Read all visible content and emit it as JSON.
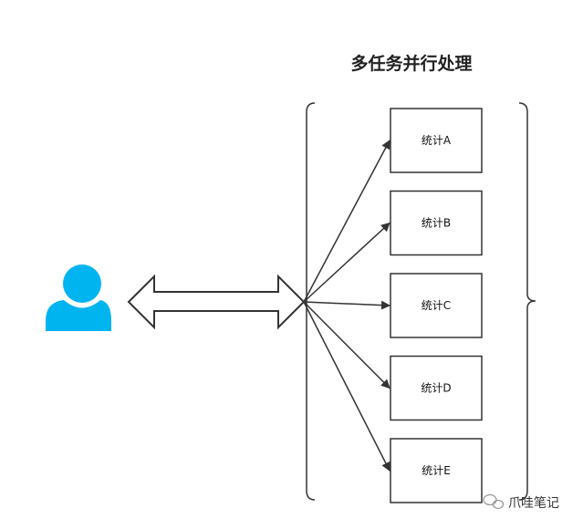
{
  "title": "多任务并行处理",
  "tasks": [
    {
      "label": "统计A"
    },
    {
      "label": "统计B"
    },
    {
      "label": "统计C"
    },
    {
      "label": "统计D"
    },
    {
      "label": "统计E"
    }
  ],
  "watermark": {
    "text": "爪哇笔记",
    "icon": "wechat-icon"
  },
  "colors": {
    "user": "#00b4f0",
    "stroke": "#333333",
    "background": "#ffffff"
  }
}
